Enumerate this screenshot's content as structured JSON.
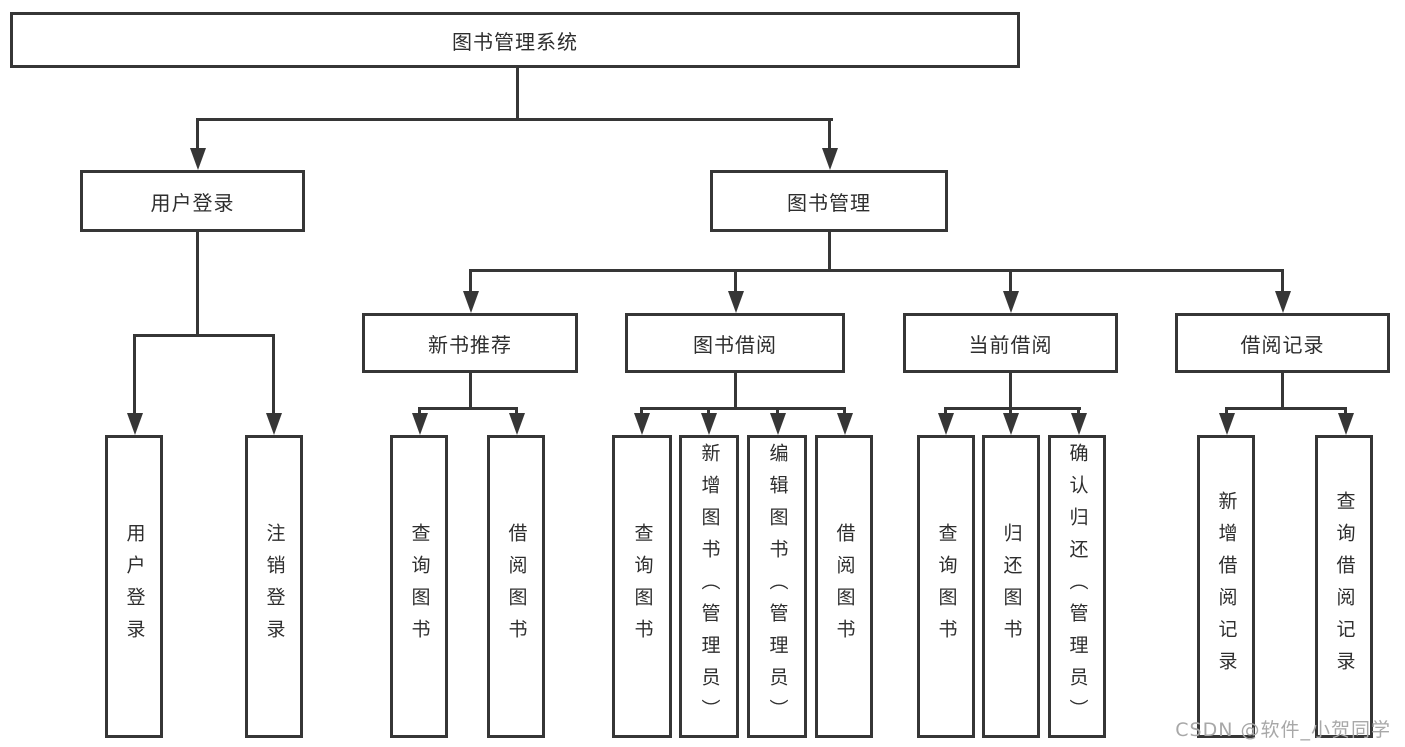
{
  "diagram": {
    "root": {
      "label": "图书管理系统"
    },
    "level2": [
      {
        "label": "用户登录"
      },
      {
        "label": "图书管理"
      }
    ],
    "level3": [
      {
        "label": "新书推荐"
      },
      {
        "label": "图书借阅"
      },
      {
        "label": "当前借阅"
      },
      {
        "label": "借阅记录"
      }
    ],
    "level4": [
      {
        "label": "用户登录"
      },
      {
        "label": "注销登录"
      },
      {
        "label": "查询图书"
      },
      {
        "label": "借阅图书"
      },
      {
        "label": "查询图书"
      },
      {
        "label": "新增图书（管理员）"
      },
      {
        "label": "编辑图书（管理员）"
      },
      {
        "label": "借阅图书"
      },
      {
        "label": "查询图书"
      },
      {
        "label": "归还图书"
      },
      {
        "label": "确认归还（管理员）"
      },
      {
        "label": "新增借阅记录"
      },
      {
        "label": "查询借阅记录"
      }
    ],
    "colors": {
      "line": "#363636",
      "text": "#2e2e2e",
      "box_background": "#ffffff",
      "watermark": "#a8a8a8"
    }
  },
  "watermark": {
    "text": "CSDN @软件_小贺同学"
  }
}
